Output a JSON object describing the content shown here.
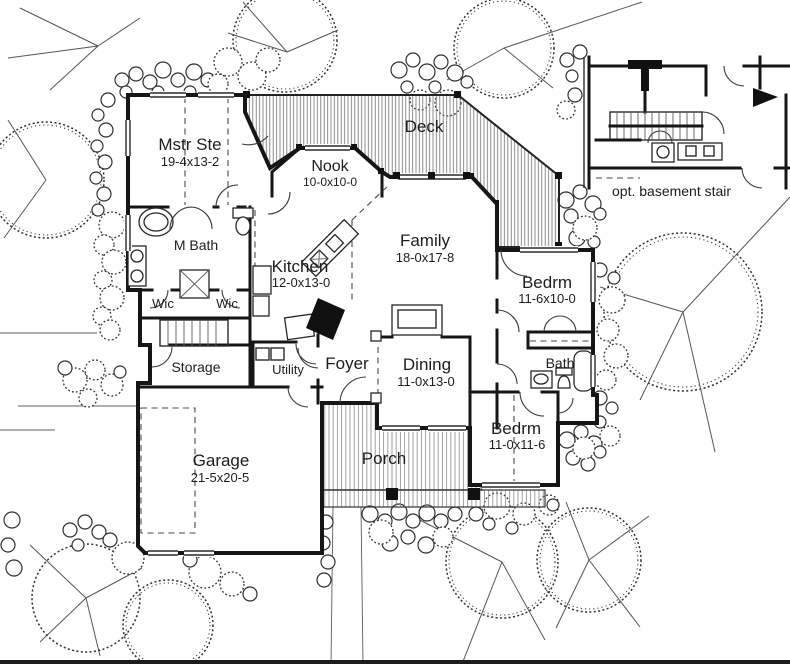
{
  "document": {
    "kind": "house floor plan drawing"
  },
  "rooms": {
    "mstr_ste": {
      "name": "Mstr Ste",
      "dims": "19-4x13-2"
    },
    "deck": {
      "name": "Deck"
    },
    "nook": {
      "name": "Nook",
      "dims": "10-0x10-0"
    },
    "m_bath": {
      "name": "M Bath"
    },
    "wic_left": {
      "name": "Wic"
    },
    "wic_right": {
      "name": "Wic"
    },
    "kitchen": {
      "name": "Kitchen",
      "dims": "12-0x13-0"
    },
    "family": {
      "name": "Family",
      "dims": "18-0x17-8"
    },
    "bedrm_upper": {
      "name": "Bedrm",
      "dims": "11-6x10-0"
    },
    "storage": {
      "name": "Storage"
    },
    "utility": {
      "name": "Utility"
    },
    "foyer": {
      "name": "Foyer"
    },
    "dining": {
      "name": "Dining",
      "dims": "11-0x13-0"
    },
    "bath": {
      "name": "Bath"
    },
    "bedrm_lower": {
      "name": "Bedrm",
      "dims": "11-0x11-6"
    },
    "garage": {
      "name": "Garage",
      "dims": "21-5x20-5"
    },
    "porch": {
      "name": "Porch"
    }
  },
  "annotations": {
    "basement_stair": "opt. basement stair"
  },
  "colors": {
    "ink": "#1d1d1d",
    "hatch": "#777777",
    "background": "#ffffff"
  }
}
